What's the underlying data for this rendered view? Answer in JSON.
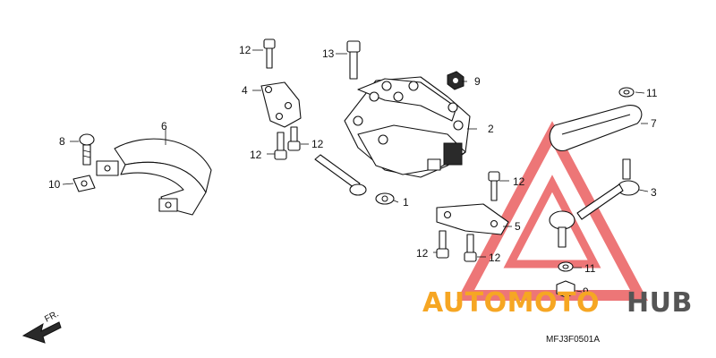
{
  "callouts": [
    {
      "id": "c1",
      "label": "1"
    },
    {
      "id": "c2",
      "label": "2"
    },
    {
      "id": "c3",
      "label": "3"
    },
    {
      "id": "c4",
      "label": "4"
    },
    {
      "id": "c5",
      "label": "5"
    },
    {
      "id": "c6",
      "label": "6"
    },
    {
      "id": "c7",
      "label": "7"
    },
    {
      "id": "c8",
      "label": "8"
    },
    {
      "id": "c9a",
      "label": "9"
    },
    {
      "id": "c9b",
      "label": "9"
    },
    {
      "id": "c10",
      "label": "10"
    },
    {
      "id": "c11a",
      "label": "11"
    },
    {
      "id": "c11b",
      "label": "11"
    },
    {
      "id": "c12a",
      "label": "12"
    },
    {
      "id": "c12b",
      "label": "12"
    },
    {
      "id": "c12c",
      "label": "12"
    },
    {
      "id": "c12d",
      "label": "12"
    },
    {
      "id": "c12e",
      "label": "12"
    },
    {
      "id": "c12f",
      "label": "12"
    },
    {
      "id": "c13",
      "label": "13"
    }
  ],
  "direction_label": "FR.",
  "diagram_ref": "MFJ3F0501A",
  "watermark": {
    "part1": "AUTOMOTO",
    "part2": "HUB",
    "color1": "#f6a623",
    "color2": "#555555",
    "logo_color": "#e8494a"
  }
}
